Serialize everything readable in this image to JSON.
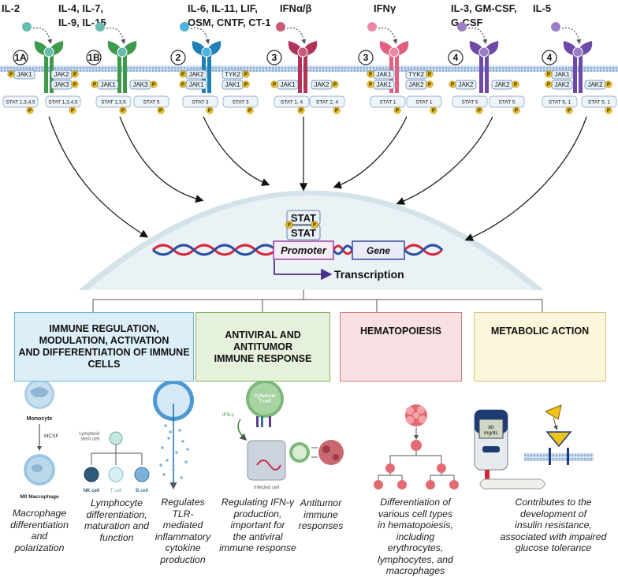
{
  "cytokine_groups": [
    {
      "label": "IL-2",
      "receptor": "1A",
      "jaks": [
        "JAK1",
        "JAK2",
        "JAK3"
      ],
      "stats": [
        "STAT 1,3,4,5",
        "STAT 1,3,4,5"
      ]
    },
    {
      "label": "IL-4, IL-7,\nIL-9, IL-15",
      "receptor": "1B",
      "jaks": [
        "JAK1",
        "JAK3"
      ],
      "stats": [
        "STAT 1,3,5",
        "STAT 5"
      ]
    },
    {
      "label": "IL-6, IL-11, LIF,\nOSM, CNTF, CT-1",
      "receptor": "2",
      "jaks": [
        "JAK2",
        "JAK1",
        "TYK2",
        "JAK1"
      ],
      "stats": [
        "STAT 3",
        "STAT 3"
      ]
    },
    {
      "label": "IFNα/β",
      "receptor": "3",
      "jaks": [
        "JAK1",
        "JAK2"
      ],
      "stats": [
        "STAT 1, 4",
        "STAT 2, 4"
      ]
    },
    {
      "label": "IFNγ",
      "receptor": "3",
      "jaks": [
        "JAK1",
        "JAK1",
        "TYK2",
        "JAK2"
      ],
      "stats": [
        "STAT 1",
        "STAT 1"
      ]
    },
    {
      "label": "IL-3, GM-CSF,\nG-CSF",
      "receptor": "4",
      "jaks": [
        "JAK2",
        "JAK2"
      ],
      "stats": [
        "STAT 5",
        "STAT 5"
      ]
    },
    {
      "label": "IL-5",
      "receptor": "4",
      "jaks": [
        "JAK1",
        "JAK2",
        "JAK2"
      ],
      "stats": [
        "STAT 5, 1",
        "STAT 5, 1"
      ]
    }
  ],
  "phospho_label": "P",
  "nucleus": {
    "stat_top": "STAT",
    "stat_bottom": "STAT",
    "promoter": "Promoter",
    "gene": "Gene",
    "transcription": "Transcription"
  },
  "categories": {
    "immune": "IMMUNE REGULATION,\nMODULATION, ACTIVATION\nAND DIFFERENTIATION OF IMMUNE\nCELLS",
    "antiviral": "ANTIVIRAL AND\nANTITUMOR\nIMMUNE RESPONSE",
    "hemato": "HEMATOPOIESIS",
    "metabolic": "METABOLIC ACTION"
  },
  "illustration_labels": {
    "monocyte": "Monocyte",
    "mcsf": "MCSF",
    "m0": "M0 Macrophage",
    "lymphoid": "Lymphoid\nstem cell",
    "nk": "NK cell",
    "tcell": "T cell",
    "bcell": "B cell",
    "cytotoxic": "Cytotoxic\nT cell",
    "ifng": "IFN-γ",
    "infected": "Infected cell",
    "glucometer": "80\nmg/dL"
  },
  "descriptions": {
    "macrophage": "Macrophage\ndifferentiation\nand\npolarization",
    "lymphocyte": "Lymphocyte\ndifferentiation,\nmaturation and\nfunction",
    "tlr": "Regulates\nTLR-\nmediated\ninflammatory\ncytokine\nproduction",
    "ifn": "Regulating IFN-γ\nproduction,\nimportant for\nthe antiviral\nimmune response",
    "antitumor": "Antitumor\nimmune\nresponses",
    "hemato": "Differentiation of\nvarious cell types\nin hematopoiesis,\nincluding\nerythrocytes,\nlymphocytes, and\nmacrophages",
    "metabolic": "Contributes to the\ndevelopment of\ninsulin resistance,\nassociated with impaired\nglucose tolerance"
  },
  "colors": {
    "green": "#3d9a4a",
    "darkgreen": "#2e6b3a",
    "blue": "#1e7fb6",
    "maroon": "#b23356",
    "pink": "#e4607f",
    "purple": "#6e4aa8",
    "membrane": "#9db9dc",
    "nucleus": "#e6eef3",
    "dna_red": "#d6283b",
    "dna_blue": "#2a4fa3",
    "phospho": "#f1c21b",
    "box_immune": "#dceff8",
    "box_antiviral": "#e6f1dc",
    "box_hemato": "#f9e0e2",
    "box_metabolic": "#fbf6dc"
  }
}
